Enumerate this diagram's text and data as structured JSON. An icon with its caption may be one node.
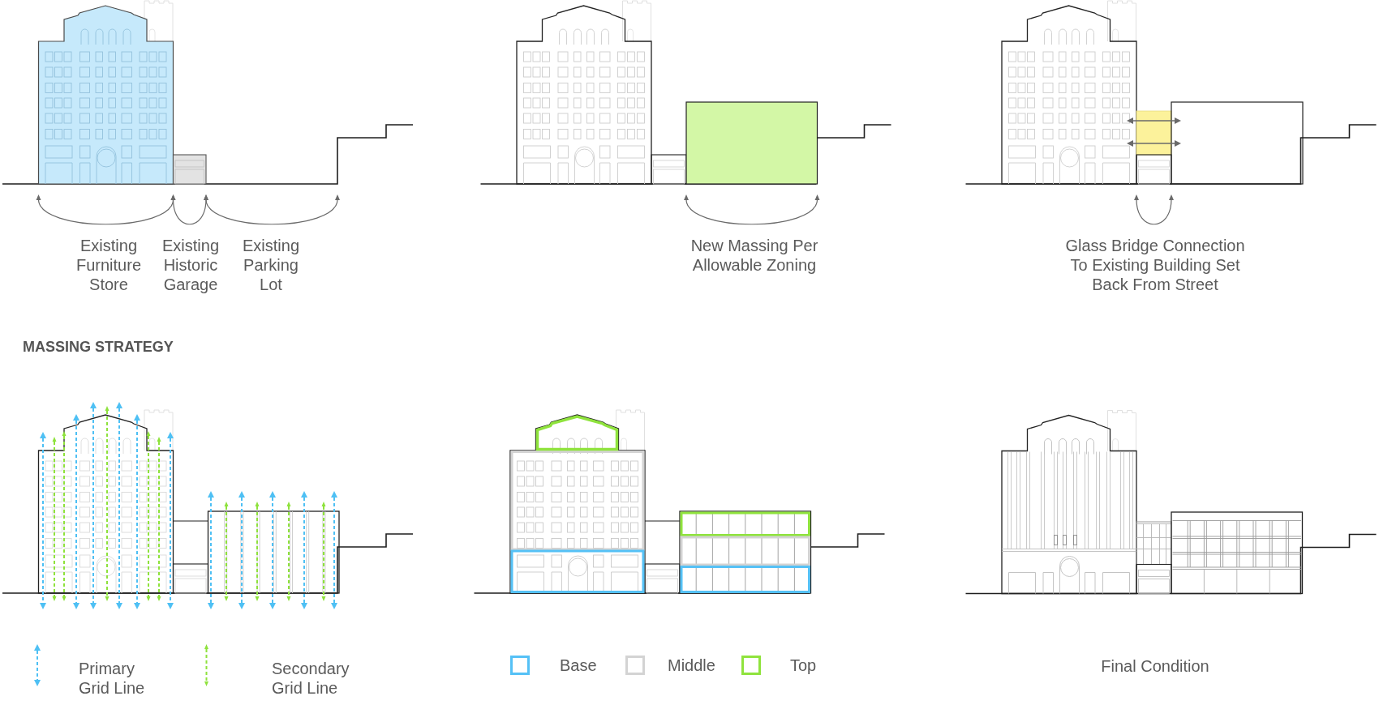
{
  "diagram": {
    "title": "MASSING STRATEGY",
    "labels": [
      "Existing Furniture Store",
      "Existing Historic Garage",
      "Existing Parking Lot",
      "New Massing Per Allowable Zoning",
      "Glass Bridge Connection To Existing Building Set Back From Street",
      "Final Condition"
    ],
    "legend": [
      {
        "text": "Primary Grid Line"
      },
      {
        "text": "Secondary Grid Line"
      },
      {
        "text": "Base",
        "color": "#55c1f6"
      },
      {
        "text": "Middle",
        "color": "#d3d3d3"
      },
      {
        "text": "Top",
        "color": "#8fe33d"
      }
    ]
  }
}
